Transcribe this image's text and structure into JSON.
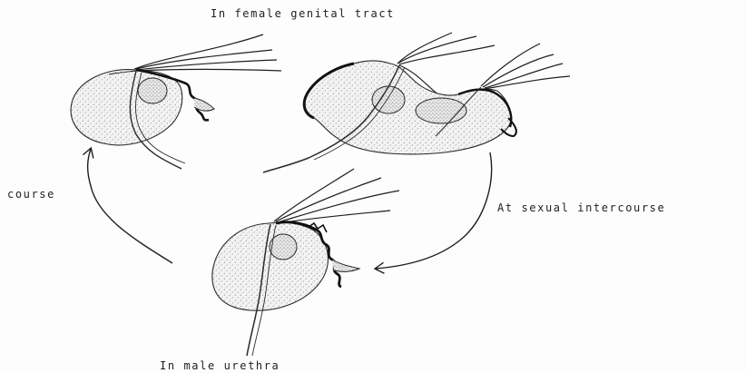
{
  "labels": {
    "top": "In female genital tract",
    "left": "course",
    "right": "At sexual intercourse",
    "bottom": "In male urethra"
  },
  "colors": {
    "ink": "#1f1f1f",
    "body_fill": "#f1f1f1",
    "background": "#fdfdfd"
  },
  "figures": [
    {
      "name": "trichomonas-organism",
      "location": "female genital tract"
    },
    {
      "name": "trichomonas-organism",
      "location": "female genital tract"
    },
    {
      "name": "trichomonas-organism",
      "location": "male urethra"
    }
  ]
}
